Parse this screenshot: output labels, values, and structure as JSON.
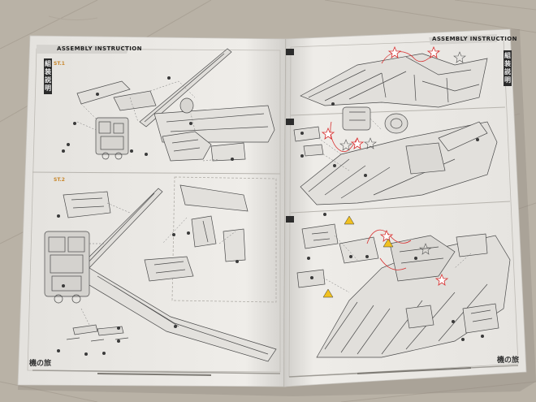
{
  "booklet": {
    "left_page": {
      "header": "ASSEMBLY INSTRUCTION",
      "vertical_title": "組装説明",
      "step_1": "ST.1",
      "step_2": "ST.2",
      "footer_logo": "機の旅"
    },
    "right_page": {
      "header": "ASSEMBLY INSTRUCTION",
      "vertical_title": "組装説明",
      "footer_logo": "機の旅"
    }
  },
  "colors": {
    "floor": "#b9b2a6",
    "paper": "#eceae6",
    "ink": "#3a3a3a",
    "step_orange": "#c8862a",
    "warning_yellow": "#f0c020",
    "mark_red": "#d83030"
  }
}
